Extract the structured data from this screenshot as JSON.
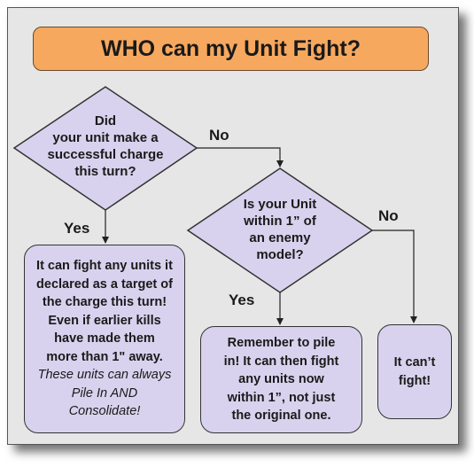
{
  "title": "WHO can my Unit Fight?",
  "decision1": {
    "lines": [
      "Did",
      "your unit make  a",
      "successful charge",
      "this turn?"
    ],
    "yes_label": "Yes",
    "no_label": "No"
  },
  "decision2": {
    "lines": [
      "Is your Unit",
      "within 1” of",
      "an enemy",
      "model?"
    ],
    "yes_label": "Yes",
    "no_label": "No"
  },
  "outcome_charge": {
    "lines": [
      "It can fight any units it",
      "declared as a target of",
      "the charge this turn!",
      "Even if earlier kills",
      "have made them",
      "more than 1\" away."
    ],
    "italic_lines": [
      "These units can always",
      "Pile In AND",
      "Consolidate!"
    ]
  },
  "outcome_pile_in": {
    "lines": [
      "Remember to pile",
      "in! It can then fight",
      "any units now",
      "within 1”, not just",
      "the original one."
    ]
  },
  "outcome_none": {
    "lines": [
      "It can’t",
      "fight!"
    ]
  },
  "colors": {
    "title_fill": "#f7a85f",
    "node_fill": "#d9d2ee",
    "background": "#e6e6e6"
  }
}
